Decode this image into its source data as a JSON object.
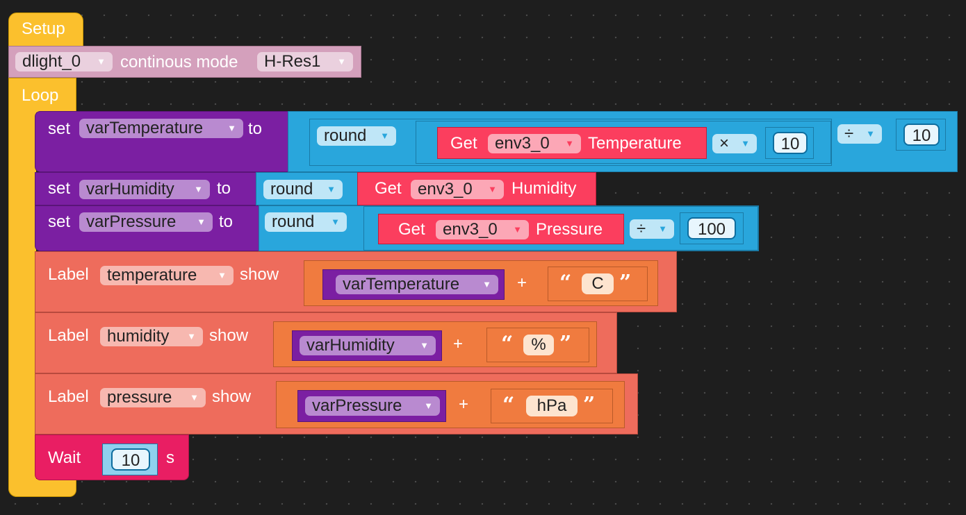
{
  "setup": {
    "label": "Setup"
  },
  "light": {
    "device": "dlight_0",
    "text": "continous mode",
    "mode": "H-Res1"
  },
  "loop": {
    "label": "Loop"
  },
  "set_temp": {
    "set": "set",
    "var": "varTemperature",
    "to": "to",
    "round": "round",
    "get": "Get",
    "device": "env3_0",
    "prop": "Temperature",
    "op1": "×",
    "num1": "10",
    "op2": "÷",
    "num2": "10"
  },
  "set_hum": {
    "set": "set",
    "var": "varHumidity",
    "to": "to",
    "round": "round",
    "get": "Get",
    "device": "env3_0",
    "prop": "Humidity"
  },
  "set_pres": {
    "set": "set",
    "var": "varPressure",
    "to": "to",
    "round": "round",
    "get": "Get",
    "device": "env3_0",
    "prop": "Pressure",
    "op": "÷",
    "num": "100"
  },
  "label_temp": {
    "label": "Label",
    "name": "temperature",
    "show": "show",
    "var": "varTemperature",
    "plus": "+",
    "open_q": "“",
    "text": "C",
    "close_q": "”"
  },
  "label_hum": {
    "label": "Label",
    "name": "humidity",
    "show": "show",
    "var": "varHumidity",
    "plus": "+",
    "open_q": "“",
    "text": "%",
    "close_q": "”"
  },
  "label_pres": {
    "label": "Label",
    "name": "pressure",
    "show": "show",
    "var": "varPressure",
    "plus": "+",
    "open_q": "“",
    "text": "hPa",
    "close_q": "”"
  },
  "wait": {
    "label": "Wait",
    "num": "10",
    "unit": "s"
  },
  "dropdown_arrow": "▼",
  "colors": {
    "setup": "#fbc02d",
    "light": "#d4a0bc",
    "variable": "#7b1fa2",
    "math": "#29a6dc",
    "sensor": "#fb3e5e",
    "label": "#ee6c5c",
    "text": "#f07b3f",
    "wait": "#e91e63"
  }
}
